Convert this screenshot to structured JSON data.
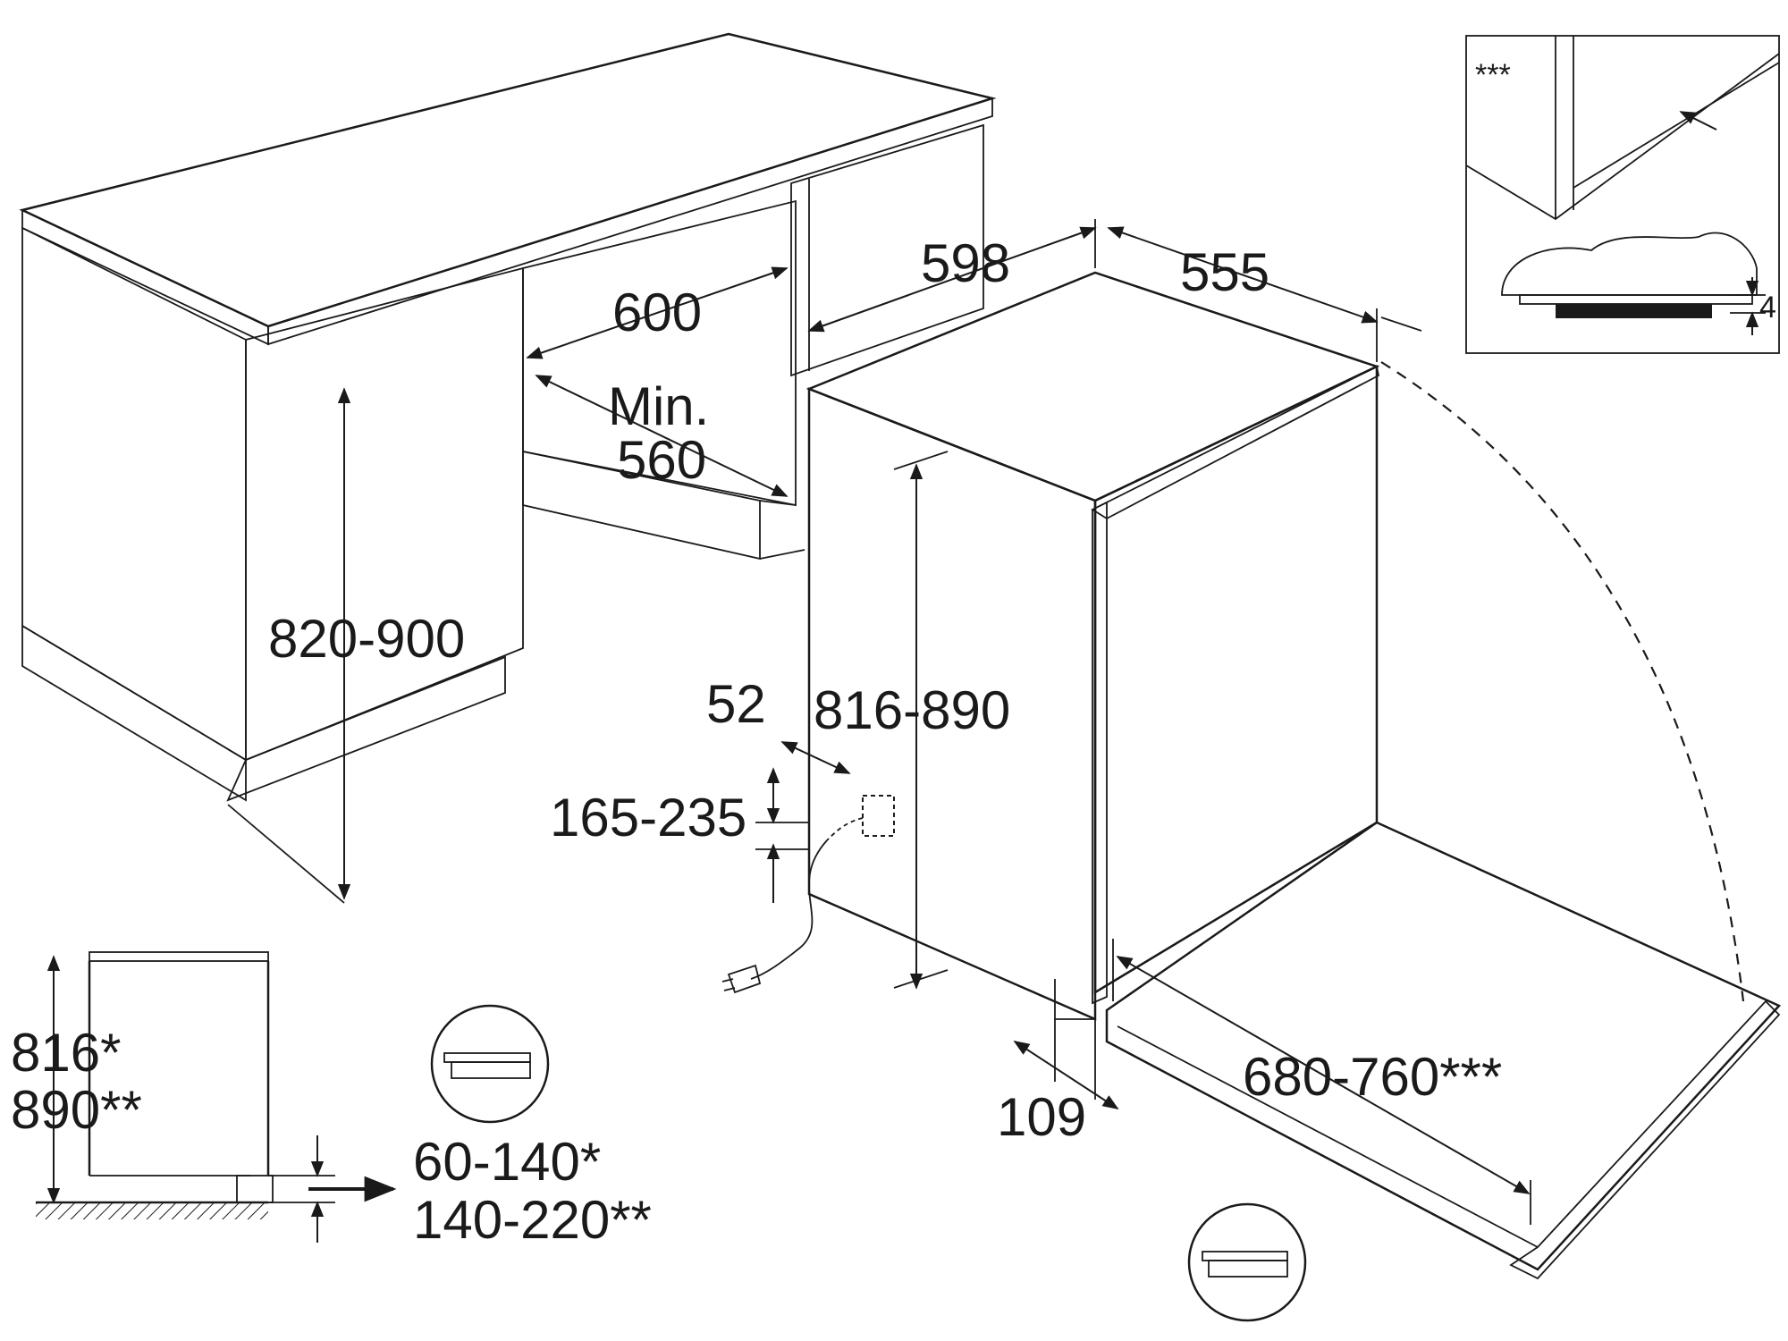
{
  "colors": {
    "line": "#1a1a1a",
    "counter_top": "#a9a9a9",
    "counter_edge": "#8c8c8c",
    "cabinet_side": "#dadada",
    "cabinet_front": "#f2f2f2",
    "door_panel": "#d4d4d4",
    "door_edge": "#8f8f8f",
    "inset_cloud": "#cfcfcf"
  },
  "labels": {
    "niche_width": "600",
    "niche_min_label": "Min.",
    "niche_min_value": "560",
    "cabinet_height": "820-900",
    "appliance_width": "598",
    "appliance_depth": "555",
    "appliance_height": "816-890",
    "connection_offset": "52",
    "connection_height": "165-235",
    "plinth_depth": "109",
    "door_panel_height": "680-760***",
    "side_height_1": "816*",
    "side_height_2": "890**",
    "plinth_height_1": "60-140*",
    "plinth_height_2": "140-220**",
    "inset_marker": "***",
    "inset_gap": "4"
  },
  "icons": [
    "electrical-socket-icon",
    "power-plug-icon",
    "panel-detail-icon"
  ]
}
